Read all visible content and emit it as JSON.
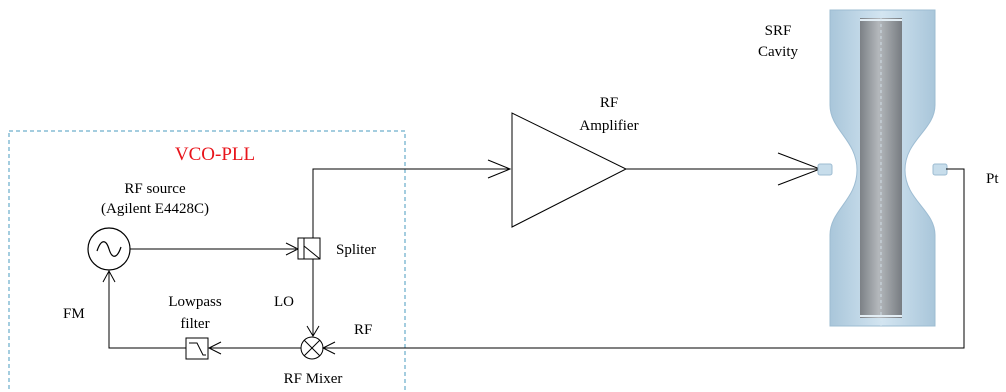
{
  "diagram": {
    "group_label": "VCO-PLL",
    "rf_source": {
      "line1": "RF source",
      "line2": "(Agilent E4428C)"
    },
    "spliter": "Spliter",
    "lo": "LO",
    "rf_mixer": "RF Mixer",
    "rf_in": "RF",
    "lowpass": {
      "line1": "Lowpass",
      "line2": "filter"
    },
    "fm": "FM",
    "amplifier": {
      "line1": "RF",
      "line2": "Amplifier"
    },
    "cavity": {
      "line1": "SRF",
      "line2": "Cavity"
    },
    "pt": "Pt"
  },
  "colors": {
    "group_box": "#4a9bbf",
    "group_label": "#e8141b",
    "wire": "#000000",
    "cavity_shell": "#b8d4e6",
    "cavity_core": "#8f9499"
  }
}
